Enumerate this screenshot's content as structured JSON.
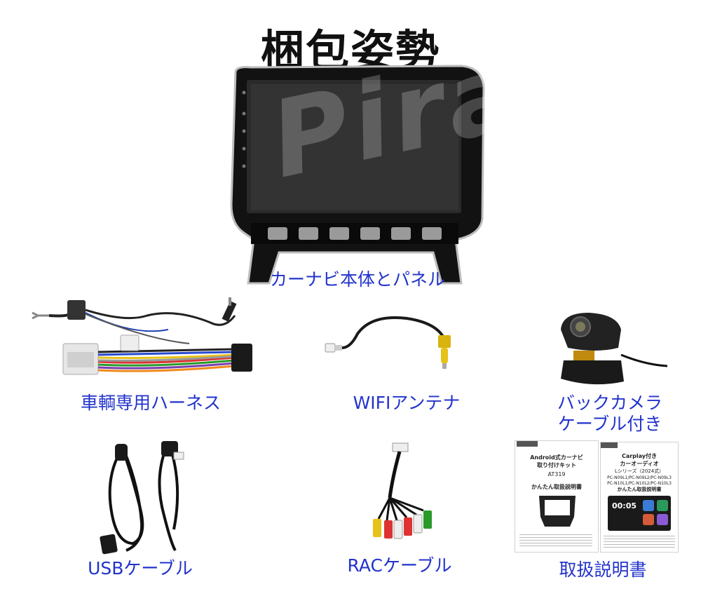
{
  "page": {
    "title": "梱包姿勢",
    "watermark": "Pira"
  },
  "items": [
    {
      "id": "head-unit",
      "label": "カーナビ本体とパネル"
    },
    {
      "id": "harness",
      "label": "車輌専用ハーネス"
    },
    {
      "id": "wifi",
      "label": "WIFIアンテナ"
    },
    {
      "id": "camera",
      "label_line1": "バックカメラ",
      "label_line2": "ケーブル付き"
    },
    {
      "id": "usb",
      "label": "USBケーブル"
    },
    {
      "id": "rca",
      "label": "RACケーブル"
    },
    {
      "id": "manual",
      "label": "取扱説明書"
    }
  ],
  "manual_left": {
    "title1": "Android式カーナビ",
    "title2": "取り付けキット",
    "model": "AT319",
    "subtitle": "かんたん取扱説明書"
  },
  "manual_right": {
    "title1": "Carplay付き",
    "title2": "カーオーディオ",
    "series": "Lシリーズ（2024式）",
    "models1": "PC-N09L1/PC-N09L2/PC-N09L3",
    "models2": "PC-N10L1/PC-N10L2/PC-N10L3",
    "subtitle": "かんたん取扱説明書",
    "clock": "00:05"
  },
  "colors": {
    "label": "#2233cc",
    "title": "#111111"
  }
}
